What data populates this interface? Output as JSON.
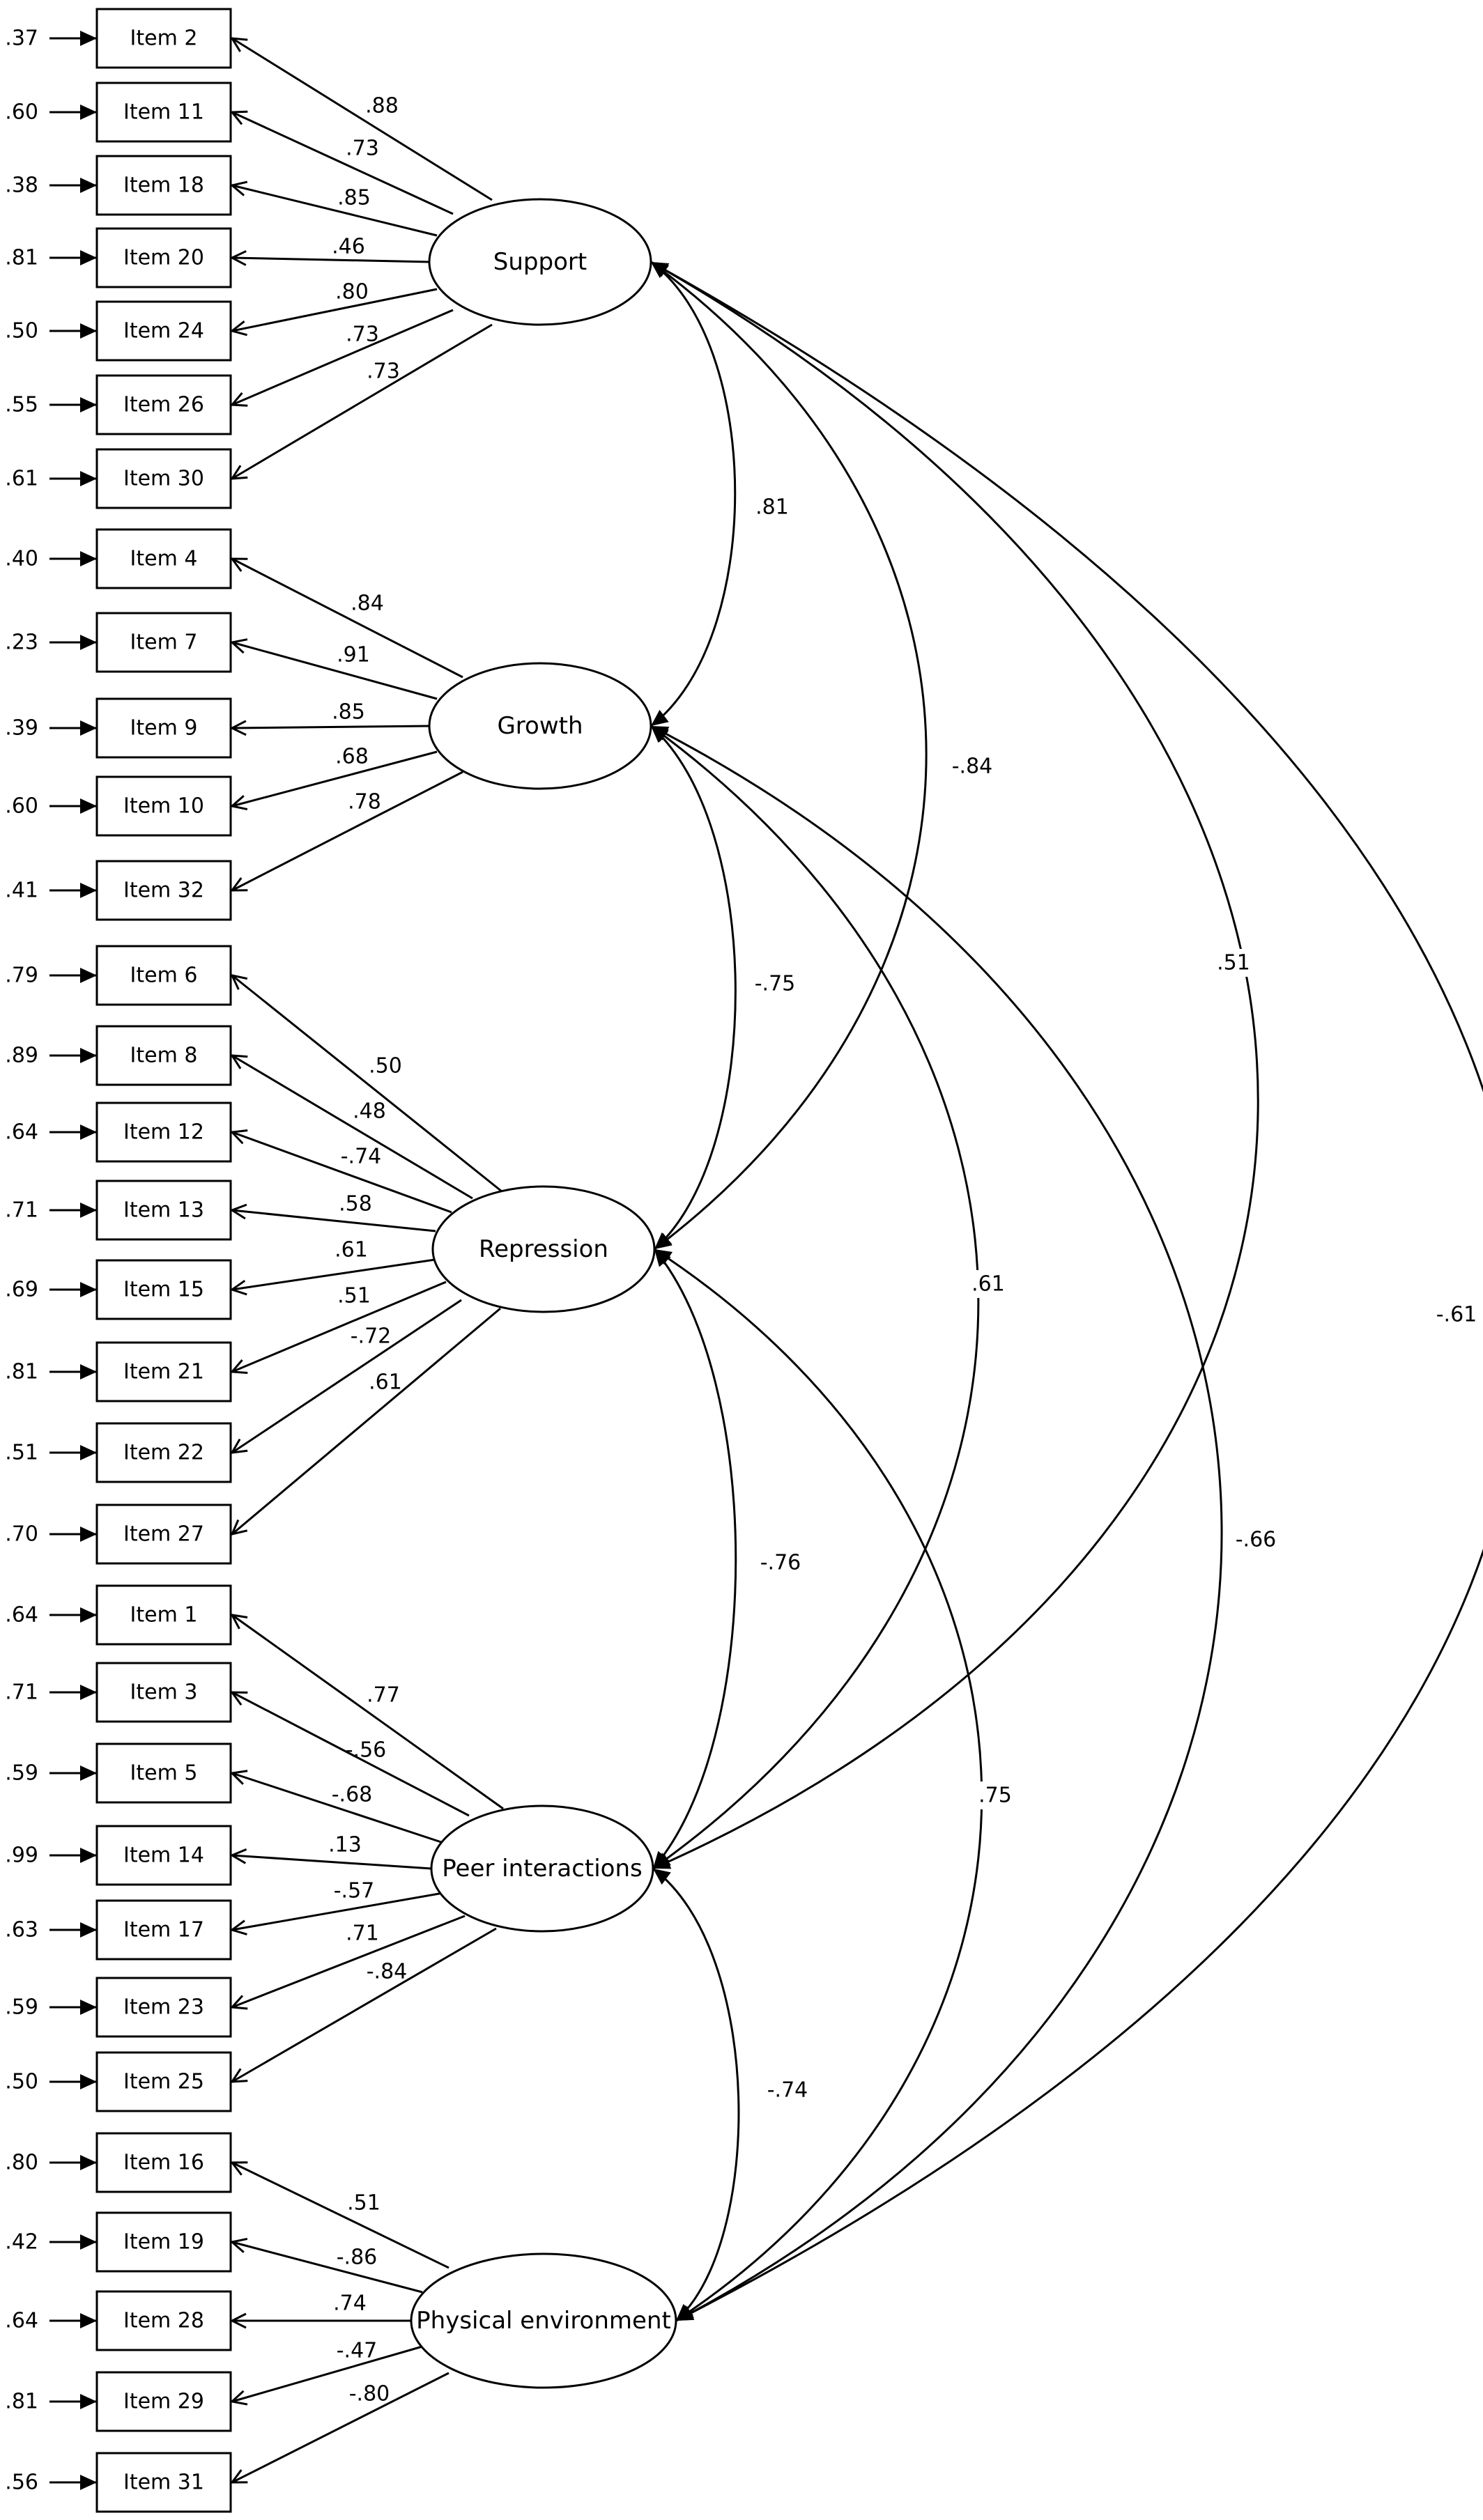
{
  "factors": [
    {
      "id": "support",
      "label": "Support",
      "items": [
        {
          "name": "Item 2",
          "error": ".37",
          "loading": ".88"
        },
        {
          "name": "Item 11",
          "error": ".60",
          "loading": ".73"
        },
        {
          "name": "Item 18",
          "error": ".38",
          "loading": ".85"
        },
        {
          "name": "Item 20",
          "error": ".81",
          "loading": ".46"
        },
        {
          "name": "Item 24",
          "error": ".50",
          "loading": ".80"
        },
        {
          "name": "Item 26",
          "error": ".55",
          "loading": ".73"
        },
        {
          "name": "Item 30",
          "error": ".61",
          "loading": ".73"
        }
      ]
    },
    {
      "id": "growth",
      "label": "Growth",
      "items": [
        {
          "name": "Item 4",
          "error": ".40",
          "loading": ".84"
        },
        {
          "name": "Item 7",
          "error": ".23",
          "loading": ".91"
        },
        {
          "name": "Item 9",
          "error": ".39",
          "loading": ".85"
        },
        {
          "name": "Item 10",
          "error": ".60",
          "loading": ".68"
        },
        {
          "name": "Item 32",
          "error": ".41",
          "loading": ".78"
        }
      ]
    },
    {
      "id": "repression",
      "label": "Repression",
      "items": [
        {
          "name": "Item 6",
          "error": ".79",
          "loading": ".50"
        },
        {
          "name": "Item 8",
          "error": ".89",
          "loading": ".48"
        },
        {
          "name": "Item 12",
          "error": ".64",
          "loading": "-.74"
        },
        {
          "name": "Item 13",
          "error": ".71",
          "loading": ".58"
        },
        {
          "name": "Item 15",
          "error": ".69",
          "loading": ".61"
        },
        {
          "name": "Item 21",
          "error": ".81",
          "loading": ".51"
        },
        {
          "name": "Item 22",
          "error": ".51",
          "loading": "-.72"
        },
        {
          "name": "Item 27",
          "error": ".70",
          "loading": ".61"
        }
      ]
    },
    {
      "id": "peer",
      "label": "Peer interactions",
      "items": [
        {
          "name": "Item 1",
          "error": ".64",
          "loading": ".77"
        },
        {
          "name": "Item 3",
          "error": ".71",
          "loading": "-.56"
        },
        {
          "name": "Item 5",
          "error": ".59",
          "loading": "-.68"
        },
        {
          "name": "Item 14",
          "error": ".99",
          "loading": ".13"
        },
        {
          "name": "Item 17",
          "error": ".63",
          "loading": "-.57"
        },
        {
          "name": "Item 23",
          "error": ".59",
          "loading": ".71"
        },
        {
          "name": "Item 25",
          "error": ".50",
          "loading": "-.84"
        }
      ]
    },
    {
      "id": "physical",
      "label": "Physical environment",
      "items": [
        {
          "name": "Item 16",
          "error": ".80",
          "loading": ".51"
        },
        {
          "name": "Item 19",
          "error": ".42",
          "loading": "-.86"
        },
        {
          "name": "Item 28",
          "error": ".64",
          "loading": ".74"
        },
        {
          "name": "Item 29",
          "error": ".81",
          "loading": "-.47"
        },
        {
          "name": "Item 31",
          "error": ".56",
          "loading": "-.80"
        }
      ]
    }
  ],
  "correlations": [
    {
      "from": "support",
      "to": "growth",
      "value": ".81"
    },
    {
      "from": "support",
      "to": "repression",
      "value": "-.84"
    },
    {
      "from": "support",
      "to": "peer",
      "value": ".51"
    },
    {
      "from": "support",
      "to": "physical",
      "value": "-.61"
    },
    {
      "from": "growth",
      "to": "repression",
      "value": "-.75"
    },
    {
      "from": "growth",
      "to": "peer",
      "value": ".61"
    },
    {
      "from": "growth",
      "to": "physical",
      "value": "-.66"
    },
    {
      "from": "repression",
      "to": "peer",
      "value": "-.76"
    },
    {
      "from": "repression",
      "to": "physical",
      "value": ".75"
    },
    {
      "from": "peer",
      "to": "physical",
      "value": "-.74"
    }
  ]
}
